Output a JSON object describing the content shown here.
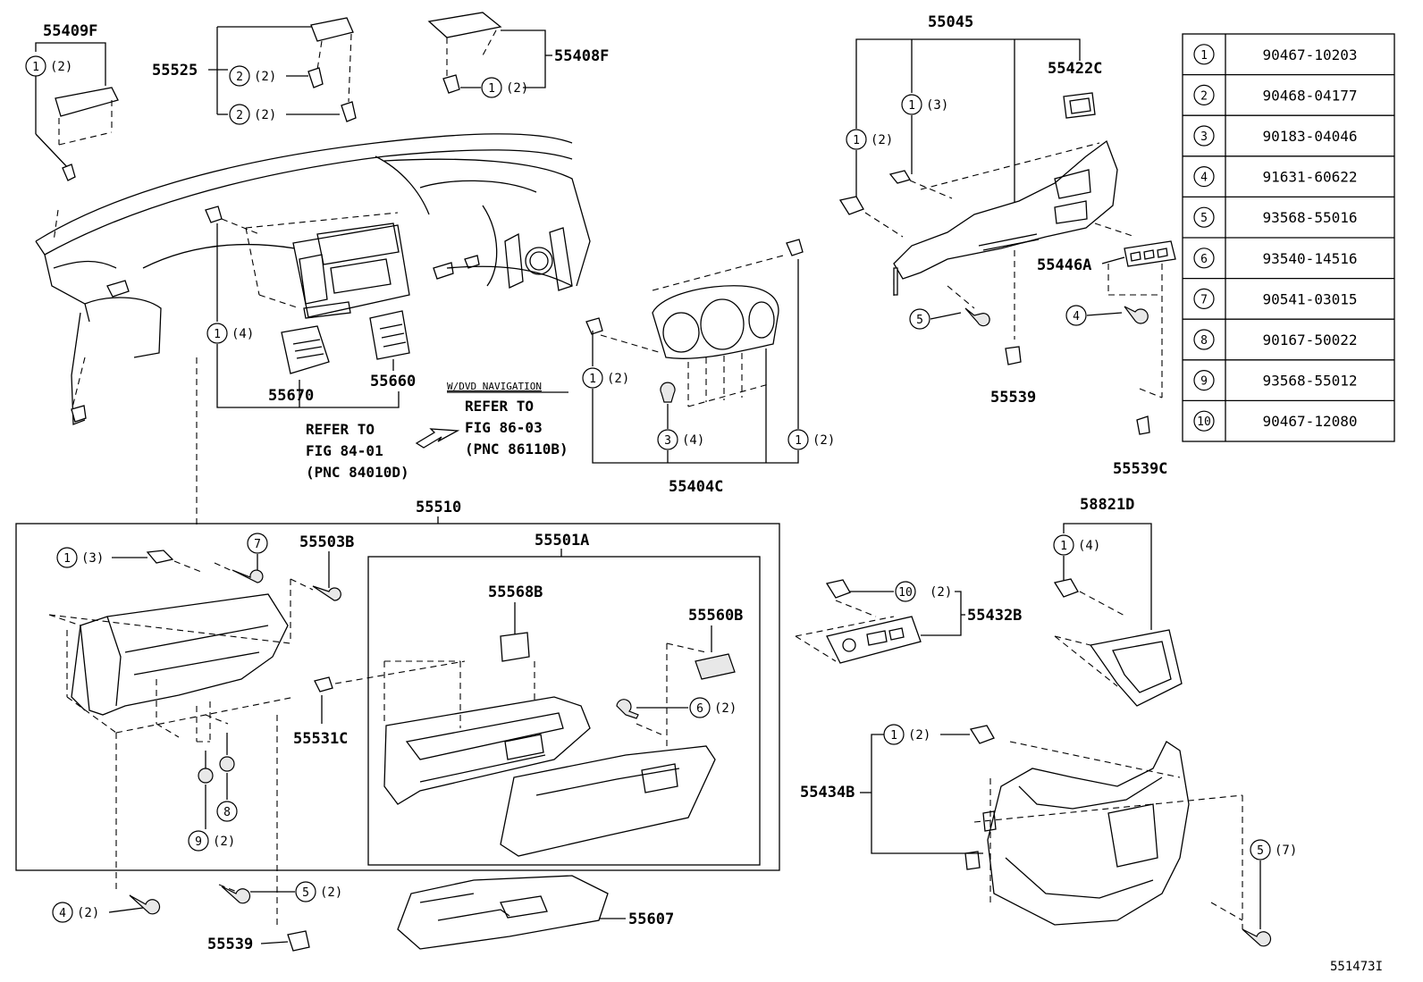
{
  "labels": {
    "p55409F": "55409F",
    "p55525": "55525",
    "p55408F": "55408F",
    "p55045": "55045",
    "p55422C": "55422C",
    "p55446A": "55446A",
    "p55539_top": "55539",
    "p55539C": "55539C",
    "p55670": "55670",
    "p55660": "55660",
    "p55404C": "55404C",
    "p55510": "55510",
    "p55501A": "55501A",
    "p55503B": "55503B",
    "p55568B": "55568B",
    "p55560B": "55560B",
    "p55531C": "55531C",
    "p58821D": "58821D",
    "p55432B": "55432B",
    "p55434B": "55434B",
    "p55607": "55607",
    "p55539_bottom": "55539",
    "figure_id": "551473I"
  },
  "notes": {
    "refer1_line1": "REFER TO",
    "refer1_line2": "FIG 84-01",
    "refer1_line3": "(PNC 84010D)",
    "dvd_condition": "W/DVD NAVIGATION",
    "refer2_line1": "REFER TO",
    "refer2_line2": "FIG 86-03",
    "refer2_line3": "(PNC 86110B)"
  },
  "callouts": [
    {
      "num": "1",
      "qty": "(2)"
    },
    {
      "num": "2",
      "qty": "(2)"
    },
    {
      "num": "2",
      "qty": "(2)"
    },
    {
      "num": "1",
      "qty": "(2)"
    },
    {
      "num": "1",
      "qty": "(3)"
    },
    {
      "num": "1",
      "qty": "(2)"
    },
    {
      "num": "1",
      "qty": "(4)"
    },
    {
      "num": "5",
      "qty": ""
    },
    {
      "num": "4",
      "qty": ""
    },
    {
      "num": "1",
      "qty": "(2)"
    },
    {
      "num": "3",
      "qty": "(4)"
    },
    {
      "num": "1",
      "qty": "(2)"
    },
    {
      "num": "1",
      "qty": "(3)"
    },
    {
      "num": "7",
      "qty": ""
    },
    {
      "num": "8",
      "qty": ""
    },
    {
      "num": "9",
      "qty": "(2)"
    },
    {
      "num": "6",
      "qty": "(2)"
    },
    {
      "num": "4",
      "qty": "(2)"
    },
    {
      "num": "5",
      "qty": "(2)"
    },
    {
      "num": "10",
      "qty": "(2)"
    },
    {
      "num": "1",
      "qty": "(4)"
    },
    {
      "num": "1",
      "qty": "(2)"
    },
    {
      "num": "5",
      "qty": "(7)"
    }
  ],
  "parts_table": [
    {
      "num": "1",
      "part": "90467-10203"
    },
    {
      "num": "2",
      "part": "90468-04177"
    },
    {
      "num": "3",
      "part": "90183-04046"
    },
    {
      "num": "4",
      "part": "91631-60622"
    },
    {
      "num": "5",
      "part": "93568-55016"
    },
    {
      "num": "6",
      "part": "93540-14516"
    },
    {
      "num": "7",
      "part": "90541-03015"
    },
    {
      "num": "8",
      "part": "90167-50022"
    },
    {
      "num": "9",
      "part": "93568-55012"
    },
    {
      "num": "10",
      "part": "90467-12080"
    }
  ]
}
